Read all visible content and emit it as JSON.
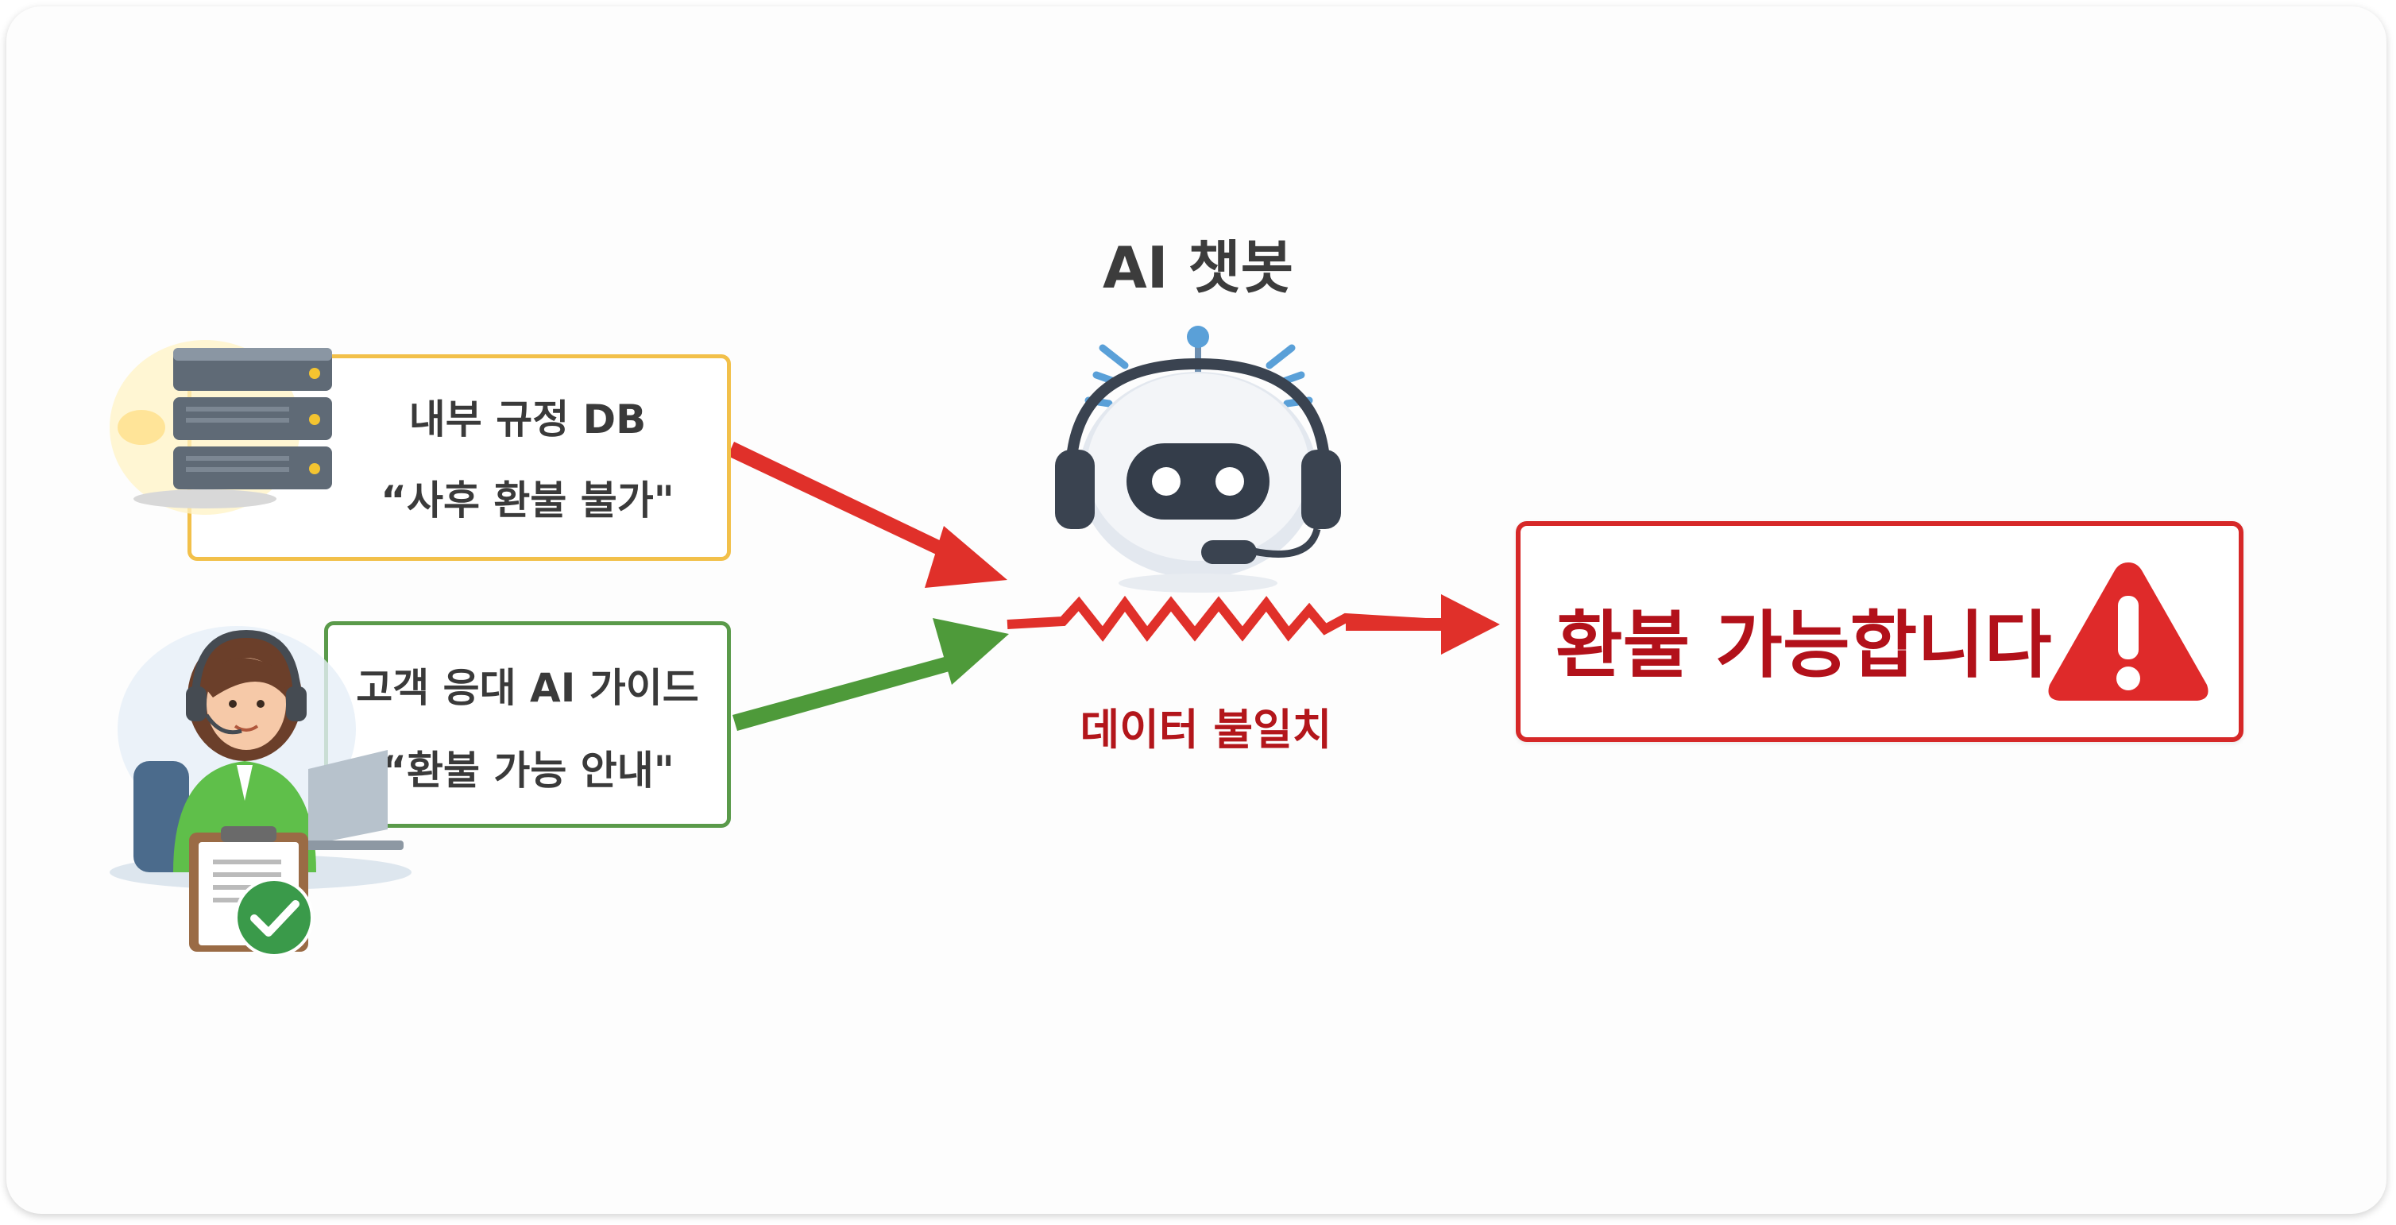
{
  "sources": {
    "db": {
      "title": "내부 규정 DB",
      "quote": "“사후 환불 불가\"",
      "color": "#f2c04a"
    },
    "guide": {
      "title": "고객 응대 AI 가이드",
      "quote": "“환불 가능 안내\"",
      "color": "#5a9a4a"
    }
  },
  "bot": {
    "title": "AI 챗봇",
    "mismatch_label": "데이터 불일치"
  },
  "result": {
    "text": "환불 가능합니다",
    "accent": "#d62828"
  },
  "icons": [
    "server-icon",
    "support-agent-icon",
    "clipboard-check-icon",
    "robot-headset-icon",
    "warning-icon"
  ]
}
